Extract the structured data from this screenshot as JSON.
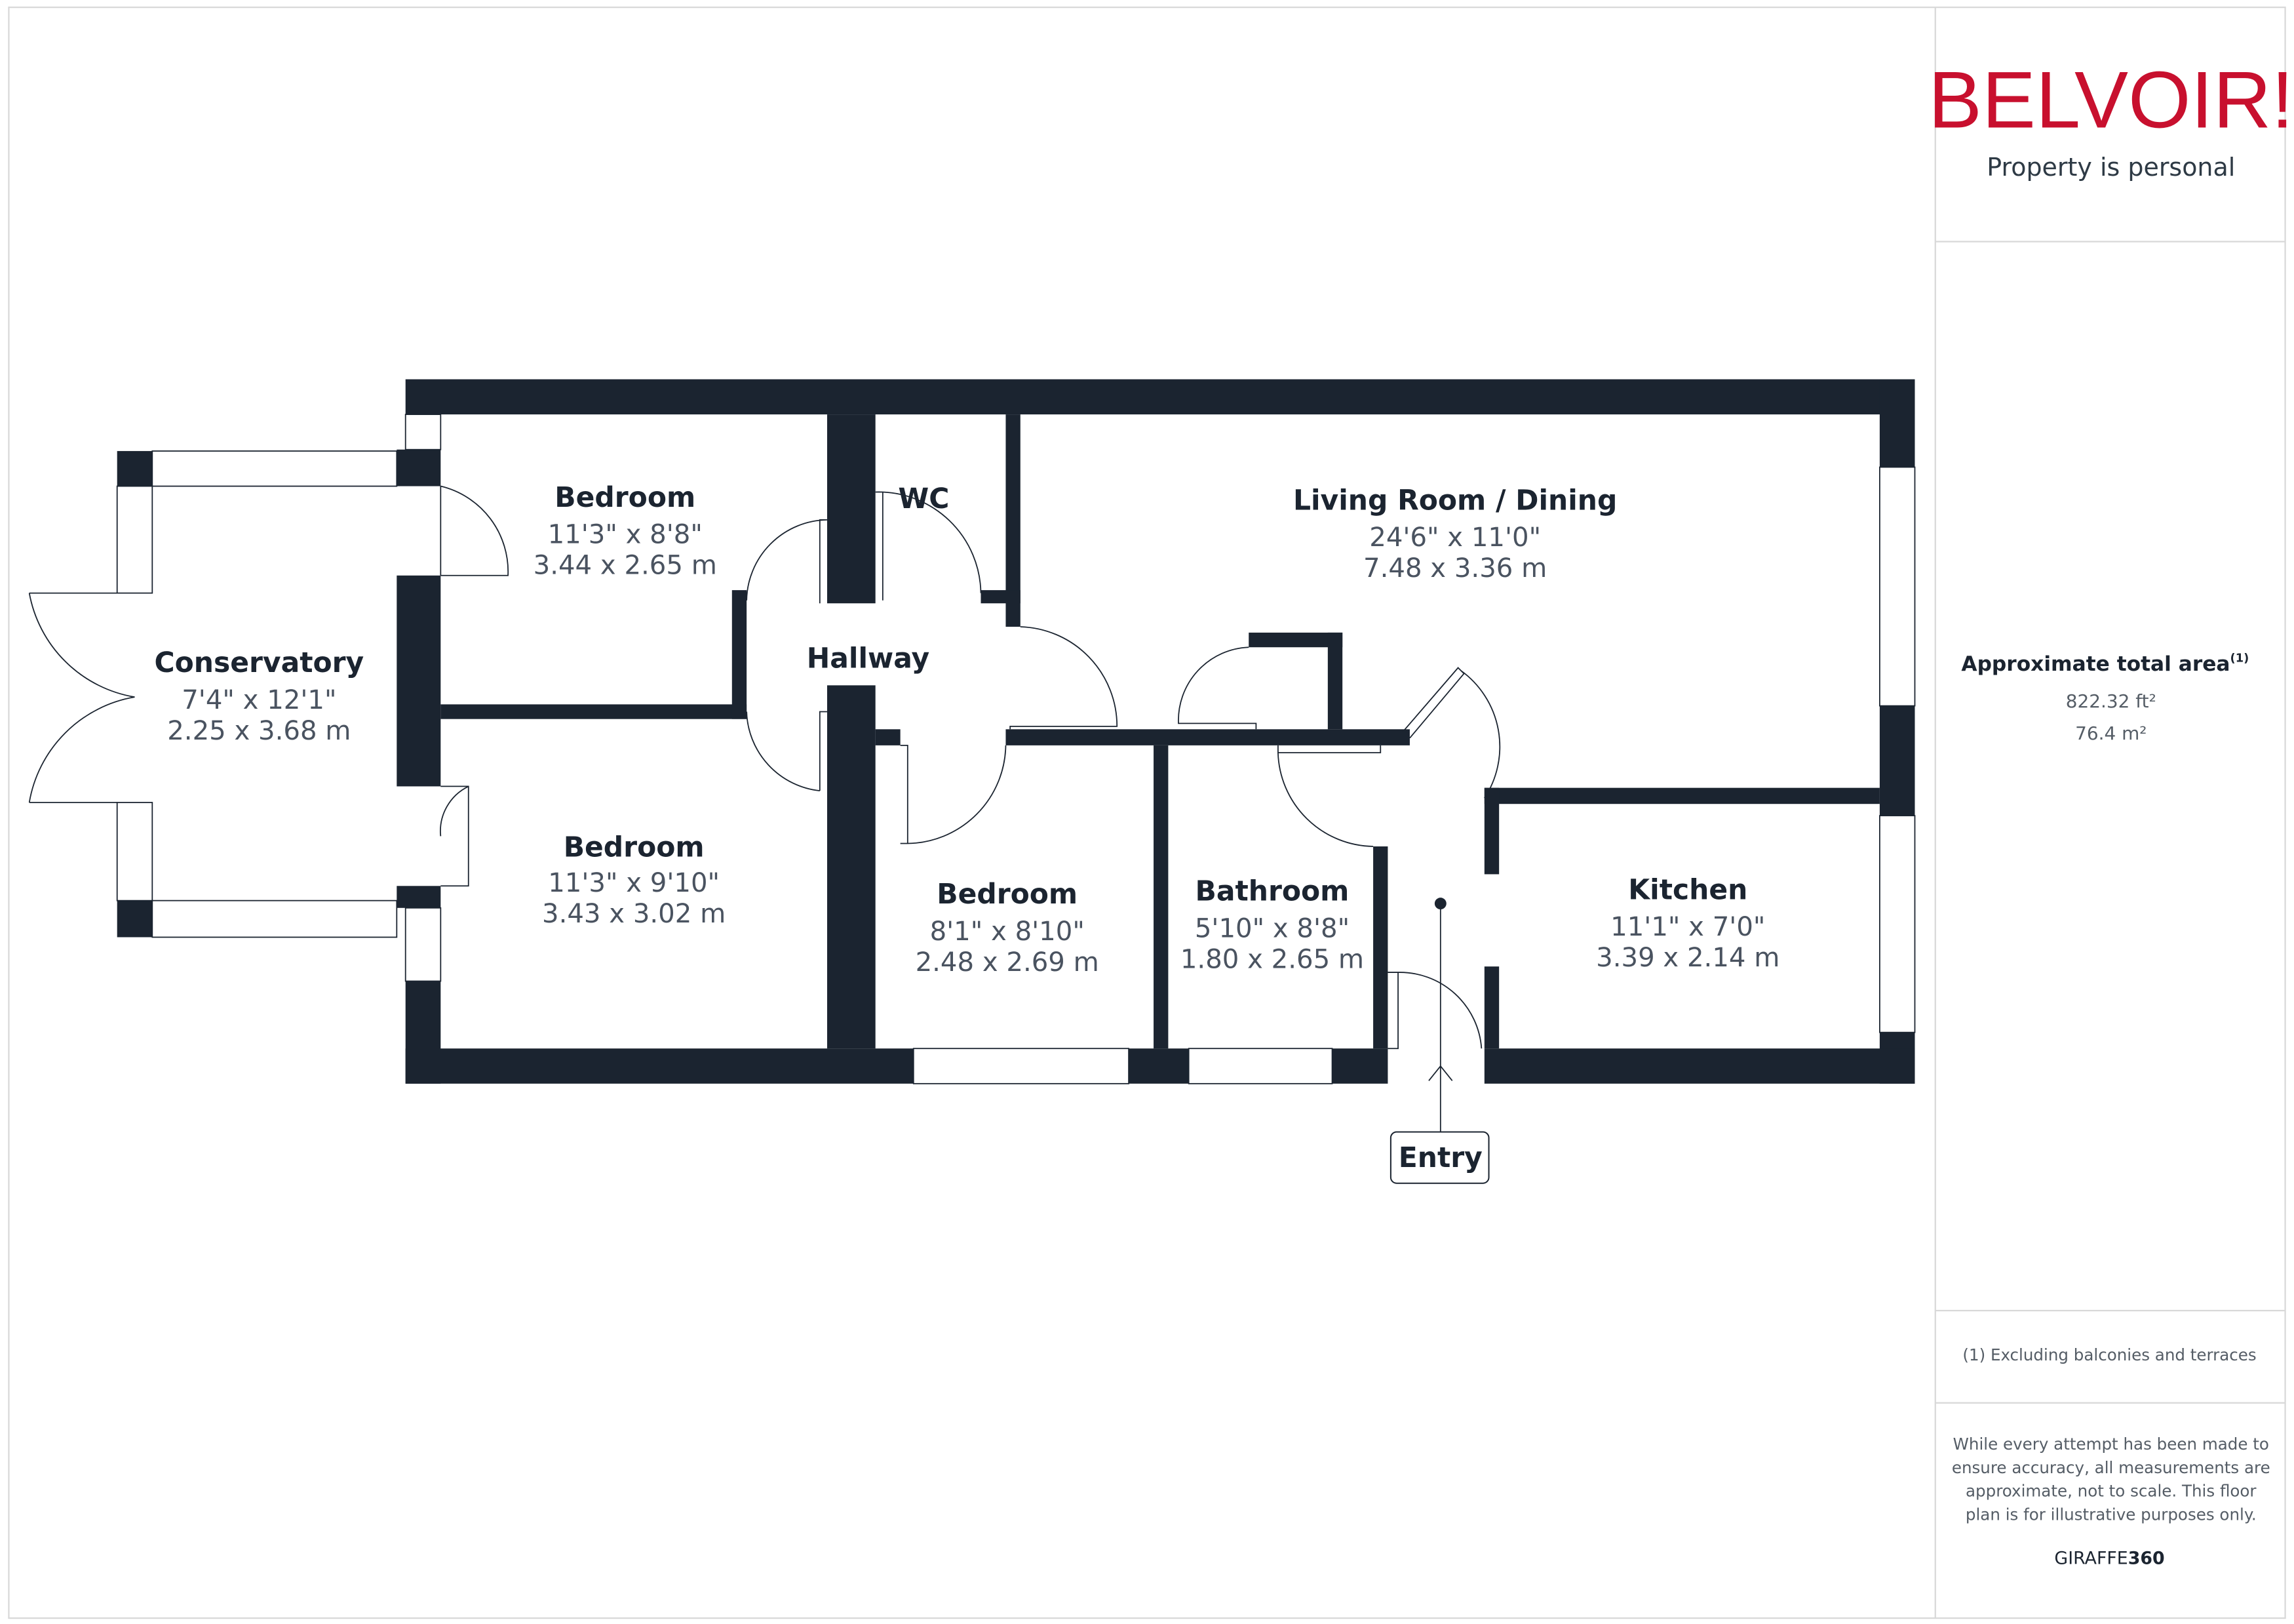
{
  "brand": {
    "logo": "BELVOIR!",
    "tagline": "Property is personal",
    "color": "#c8102e"
  },
  "area": {
    "title": "Approximate total area",
    "footnote_mark": "(1)",
    "imperial": "822.32 ft²",
    "metric": "76.4 m²"
  },
  "footnote": "(1) Excluding balconies and terraces",
  "disclaimer": [
    "While every attempt has been made to",
    "ensure accuracy, all measurements are",
    "approximate, not to scale. This floor",
    "plan is for illustrative purposes only."
  ],
  "credit": {
    "prefix": "GIRAFFE",
    "suffix": "360"
  },
  "wall_color": "#1b2430",
  "rooms": [
    {
      "name": "Conservatory",
      "imperial": "7'4\" x 12'1\"",
      "metric": "2.25 x 3.68 m"
    },
    {
      "name": "Bedroom",
      "imperial": "11'3\" x 8'8\"",
      "metric": "3.44 x 2.65 m"
    },
    {
      "name": "Bedroom",
      "imperial": "11'3\" x 9'10\"",
      "metric": "3.43 x 3.02 m"
    },
    {
      "name": "WC"
    },
    {
      "name": "Hallway"
    },
    {
      "name": "Living Room / Dining",
      "imperial": "24'6\" x 11'0\"",
      "metric": "7.48 x 3.36 m"
    },
    {
      "name": "Bedroom",
      "imperial": "8'1\" x 8'10\"",
      "metric": "2.48 x 2.69 m"
    },
    {
      "name": "Bathroom",
      "imperial": "5'10\" x 8'8\"",
      "metric": "1.80 x 2.65 m"
    },
    {
      "name": "Kitchen",
      "imperial": "11'1\" x 7'0\"",
      "metric": "3.39 x 2.14 m"
    }
  ],
  "entry_label": "Entry"
}
